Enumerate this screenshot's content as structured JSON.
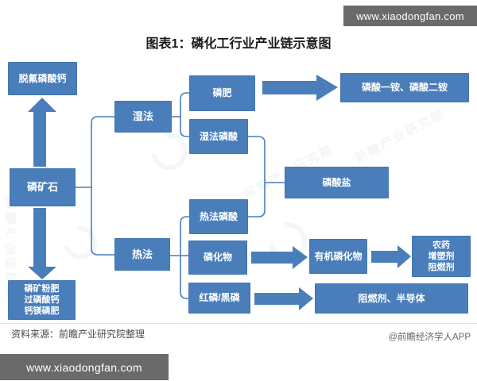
{
  "header": {
    "title": "图表1：磷化工行业产业链示意图"
  },
  "watermarks": {
    "top_bar": "www.xiaodongfan.com",
    "bottom_bar": "www.xiaodongfan.com",
    "background_text": "前瞻产业研究院"
  },
  "footer": {
    "source_note": "资料来源：前瞻产业研究院整理",
    "credit": "@前瞻经济学人APP"
  },
  "colors": {
    "node_blue": "#4a7ebb",
    "bar_gray": "#6a6a6a",
    "connector_blue": "#4a7ebb"
  },
  "diagram": {
    "type": "flowchart",
    "nodes": {
      "defluorinated_calcium_phosphate": "脱氟磷酸钙",
      "phosphate_rock": "磷矿石",
      "rock_powder_fertilizers": "磷矿粉肥\n过磷酸钙\n钙镁磷肥",
      "wet_process": "湿法",
      "thermal_process": "热法",
      "phosphate_fertilizer": "磷肥",
      "wet_phosphoric_acid": "湿法磷酸",
      "thermal_phosphoric_acid": "热法磷酸",
      "phosphides": "磷化物",
      "red_black_phosphorus": "红磷/黑磷",
      "map_dap": "磷酸一铵、磷酸二铵",
      "phosphate_salts": "磷酸盐",
      "organic_phosphides": "有机磷化物",
      "pesticide_plasticizer_flame_retardant": "农药\n增塑剂\n阻燃剂",
      "flame_retardant_semiconductor": "阻燃剂、半导体"
    },
    "edges": [
      {
        "from": "磷矿石",
        "to": "脱氟磷酸钙"
      },
      {
        "from": "磷矿石",
        "to": "磷矿粉肥/过磷酸钙/钙镁磷肥"
      },
      {
        "from": "磷矿石",
        "to": "湿法"
      },
      {
        "from": "磷矿石",
        "to": "热法"
      },
      {
        "from": "湿法",
        "to": "磷肥"
      },
      {
        "from": "湿法",
        "to": "湿法磷酸"
      },
      {
        "from": "磷肥",
        "to": "磷酸一铵、磷酸二铵"
      },
      {
        "from": "湿法磷酸",
        "to": "磷酸盐"
      },
      {
        "from": "热法磷酸",
        "to": "磷酸盐"
      },
      {
        "from": "热法",
        "to": "热法磷酸"
      },
      {
        "from": "热法",
        "to": "磷化物"
      },
      {
        "from": "热法",
        "to": "红磷/黑磷"
      },
      {
        "from": "磷化物",
        "to": "有机磷化物"
      },
      {
        "from": "有机磷化物",
        "to": "农药/增塑剂/阻燃剂"
      },
      {
        "from": "红磷/黑磷",
        "to": "阻燃剂、半导体"
      }
    ]
  }
}
